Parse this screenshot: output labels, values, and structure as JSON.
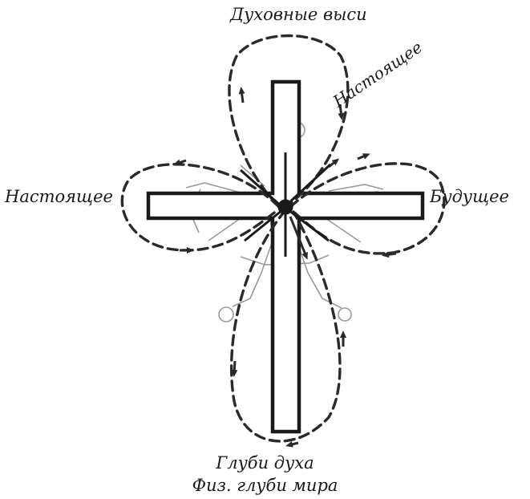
{
  "labels": {
    "top": "Духовные выси",
    "diagonal": "Настоящее",
    "left": "Настоящее",
    "right": "Будущее",
    "bottom_line1": "Глуби духа",
    "bottom_line2": "Физ. глуби мира"
  },
  "colors": {
    "cross_stroke": "#1a1a1a",
    "loop_stroke": "#2a2a2a",
    "figure_stroke": "#9a9a9a",
    "background": "#ffffff"
  }
}
